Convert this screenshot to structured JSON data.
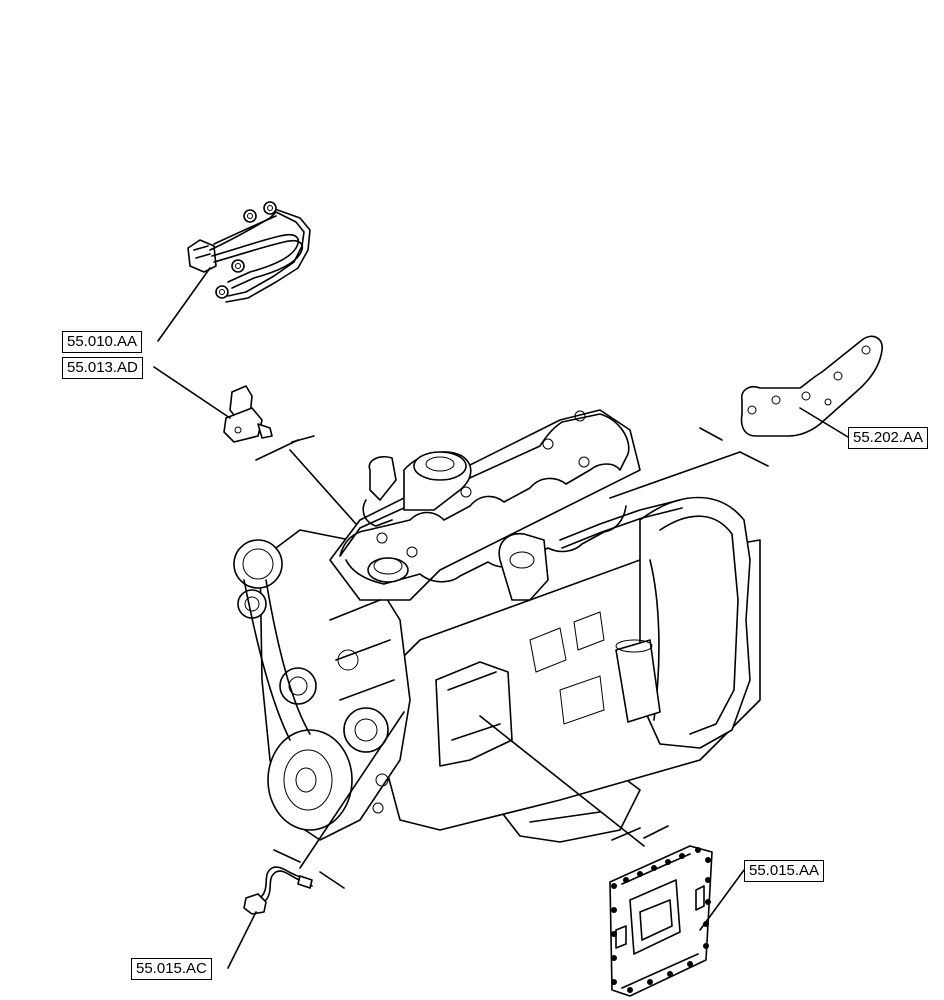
{
  "diagram": {
    "callouts": [
      {
        "id": "harness",
        "text": "55.010.AA"
      },
      {
        "id": "sensor",
        "text": "55.013.AD"
      },
      {
        "id": "gasket",
        "text": "55.202.AA"
      },
      {
        "id": "ecu",
        "text": "55.015.AA"
      },
      {
        "id": "speed-sensor",
        "text": "55.015.AC"
      }
    ]
  }
}
